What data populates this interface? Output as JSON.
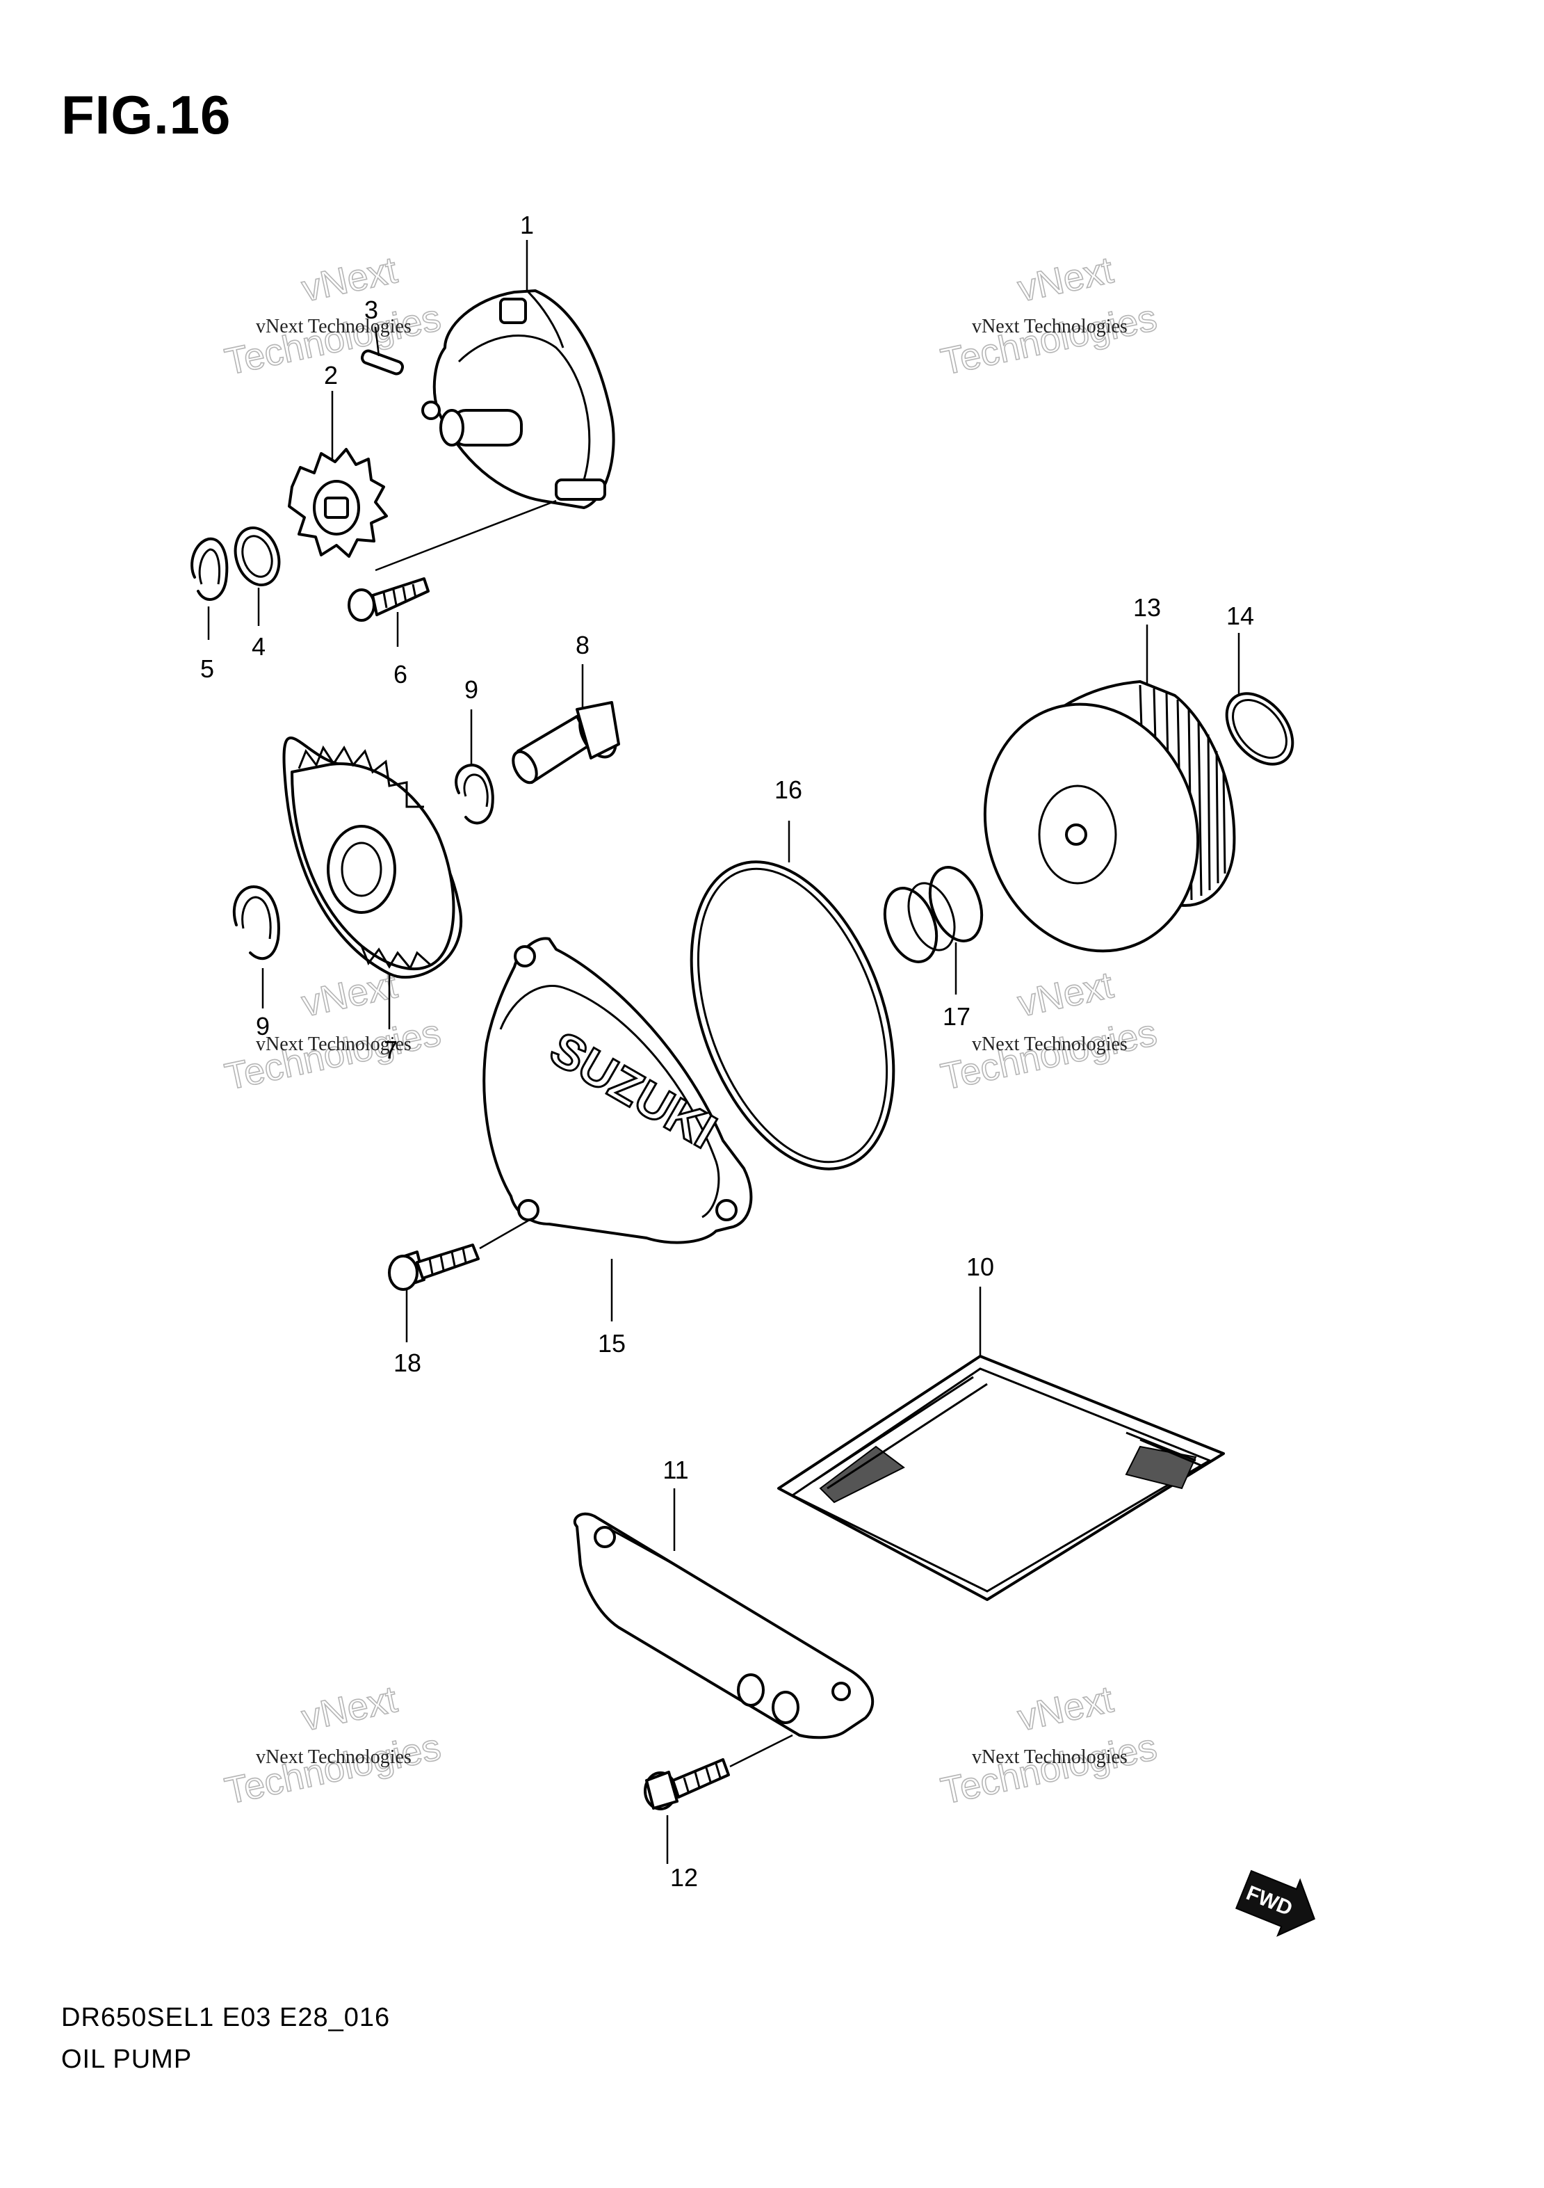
{
  "figure": {
    "title": "FIG.16",
    "model_code": "DR650SEL1 E03 E28_016",
    "caption": "OIL PUMP"
  },
  "watermark": {
    "company_line": "vNext Technologies",
    "big_line_1": "vNext",
    "big_line_2": "Technologies"
  },
  "badges": {
    "fwd": "FWD",
    "cover_brand": "SUZUKI"
  },
  "callouts": {
    "p1": "1",
    "p2": "2",
    "p3": "3",
    "p4": "4",
    "p5": "5",
    "p6": "6",
    "p7": "7",
    "p8": "8",
    "p9a": "9",
    "p9b": "9",
    "p10": "10",
    "p11": "11",
    "p12": "12",
    "p13": "13",
    "p14": "14",
    "p15": "15",
    "p16": "16",
    "p17": "17",
    "p18": "18"
  }
}
